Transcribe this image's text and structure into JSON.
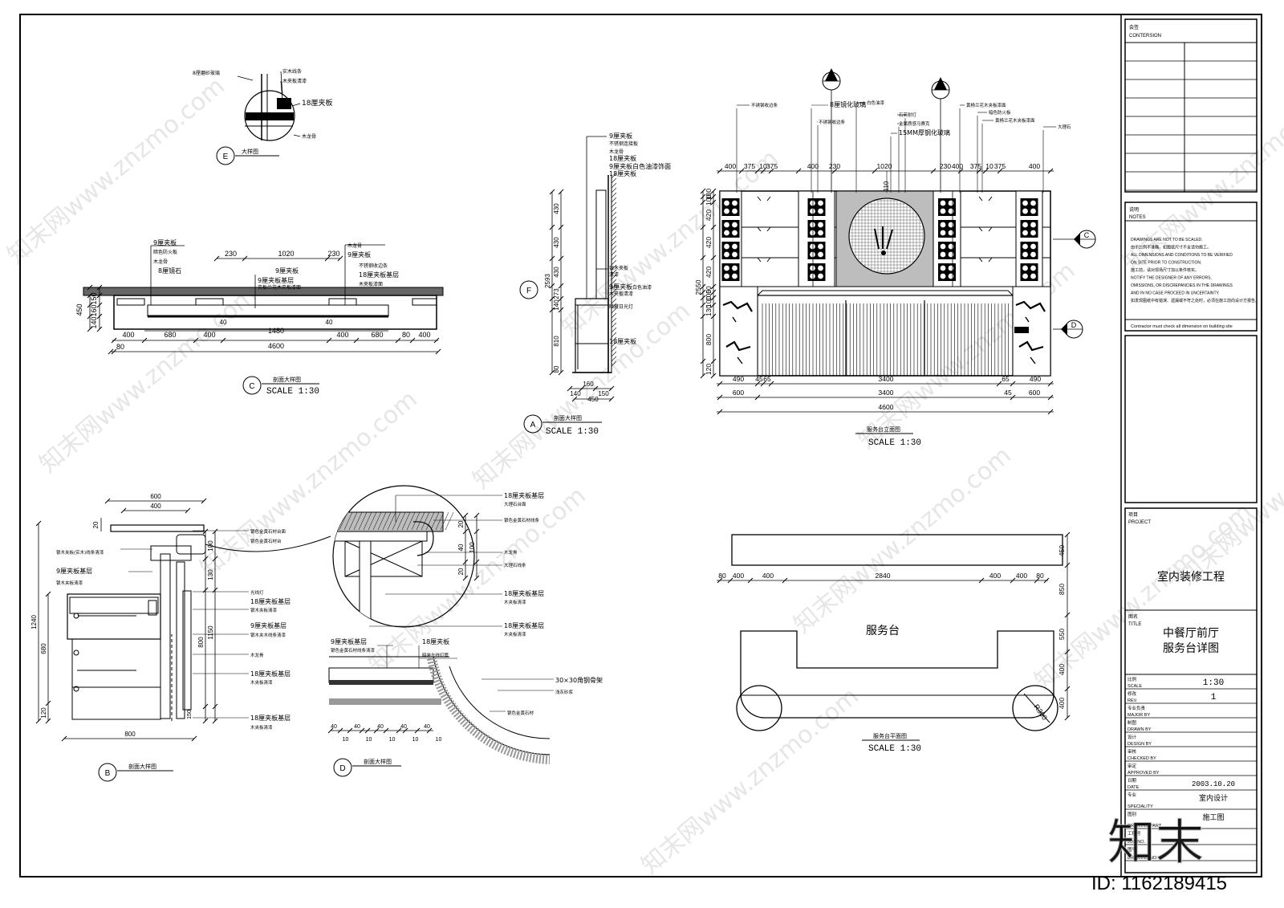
{
  "title_block": {
    "contersion": {
      "cn": "会签",
      "en": "CONTERSION"
    },
    "notes": {
      "cn": "说明",
      "en": "NOTES",
      "lines": [
        "DRAWINGS ARE NOT TO BE SCALED.",
        "由于比例不准确，如图纸尺寸不全请勿施工。",
        "ALL DIMENSIONS AND CONDITIONS TO BE VERIFIED",
        "ON SITE PRIOR TO CONSTRUCTION.",
        "施工前，请对现场尺寸加以条件核实。",
        "NOTIFY THE DESIGNER OF ANY ERRORS,",
        "OMISSIONS, OR DISCREPANCIES IN THE DRAWINGS",
        "AND IN NO CASE PROCEED IN UNCERTAINTY.",
        "如发现图纸中有错误、遗漏或不符之处时，必须在施工前向设计方报告。"
      ],
      "footer": "Contractor must check all dimension on building site"
    },
    "project": {
      "cn": "项目",
      "en": "PROJECT",
      "value": "室内装修工程"
    },
    "title": {
      "cn": "图名",
      "en": "TITLE",
      "value_line1": "中餐厅前厅",
      "value_line2": "服务台详图"
    },
    "rows": [
      {
        "cn": "比例",
        "en": "SCALE",
        "value": "1:30"
      },
      {
        "cn": "修改",
        "en": "REV.",
        "value": "1"
      },
      {
        "cn": "专业负责",
        "en": "MAJOR BY",
        "value": ""
      },
      {
        "cn": "制图",
        "en": "DRAWN BY",
        "value": ""
      },
      {
        "cn": "设计",
        "en": "DESIGN BY",
        "value": ""
      },
      {
        "cn": "审核",
        "en": "CHECKED BY",
        "value": ""
      },
      {
        "cn": "审定",
        "en": "APPROVED BY",
        "value": ""
      },
      {
        "cn": "日期",
        "en": "DATE",
        "value": "2003.10.20"
      },
      {
        "cn": "专业",
        "en": "SPECIALITY",
        "value": "室内设计"
      },
      {
        "cn": "图别",
        "en": "DRAWING PART",
        "value": "施工图"
      },
      {
        "cn": "工程号",
        "en": "JOB NO.",
        "value": ""
      },
      {
        "cn": "图号",
        "en": "DRAWING NO.",
        "value": ""
      }
    ]
  },
  "views": {
    "E": {
      "mark": "E",
      "caption": "大样图",
      "labels": [
        "8厘磨砂玻璃",
        "实木线条",
        "木夹板清漆",
        "18厘夹板",
        "木龙骨"
      ]
    },
    "C": {
      "mark": "C",
      "caption": "剖面大样图",
      "scale": "SCALE 1:30",
      "labels": [
        "9厘夹板",
        "暗色防火板",
        "木龙骨",
        "9厘夹板",
        "8厘镜石",
        "9厘夹板基层",
        "夹板兰花木夹板漆面",
        "木龙骨",
        "9厘夹板",
        "不锈钢收边条",
        "18厘夹板基层",
        "木夹板漆面"
      ],
      "dims_top": [
        "230",
        "1020",
        "230"
      ],
      "dims_side": [
        "450",
        "150",
        "160",
        "140"
      ],
      "dims_mid": [
        "400",
        "680",
        "400",
        "1480",
        "400",
        "680",
        "80",
        "400"
      ],
      "dims_bottom": [
        "80",
        "4600"
      ],
      "dims_inner": [
        "40",
        "40"
      ]
    },
    "A": {
      "mark": "A",
      "caption": "剖面大样图",
      "scale": "SCALE 1:30",
      "labels": [
        "9厘夹板",
        "不锈钢连接板",
        "木龙骨",
        "18厘夹板",
        "9厘夹板白色油漆饰面",
        "18厘夹板",
        "银木夹板",
        "清漆",
        "9厘夹板",
        "木夹板清漆",
        "白色油漆",
        "暗藏日光灯",
        "18厘夹板"
      ],
      "dims_left": [
        "430",
        "430",
        "430",
        "2593",
        "273",
        "140",
        "810",
        "80"
      ],
      "dims_bottom": [
        "140",
        "160",
        "150",
        "450"
      ],
      "mark_side": "F"
    },
    "elev": {
      "caption": "服务台立面图",
      "scale": "SCALE 1:30",
      "marks": [
        "A",
        "B",
        "C",
        "D"
      ],
      "labels": [
        "不锈钢收边条",
        "8厘镜化玻璃",
        "不锈钢收边条",
        "白色油漆",
        "石英射灯",
        "金属质感马赛克",
        "15MM厚钢化玻璃",
        "黄杨兰花木夹板漆面",
        "暗色防火板",
        "黄杨兰花木夹板漆面",
        "大理石"
      ],
      "dims_top": [
        "400",
        "375",
        "10",
        "375",
        "400",
        "230",
        "1020",
        "230",
        "400",
        "375",
        "10",
        "375",
        "400"
      ],
      "dim_110": "110",
      "dims_left": [
        "100",
        "100",
        "420",
        "420",
        "420",
        "2550",
        "50",
        "100",
        "100",
        "130",
        "800",
        "120"
      ],
      "dims_b1": [
        "490",
        "45",
        "65",
        "3400",
        "65",
        "490"
      ],
      "dims_b2": [
        "600",
        "3400",
        "45",
        "600"
      ],
      "dims_b3": [
        "4600"
      ]
    },
    "B": {
      "mark": "B",
      "caption": "剖面大样图",
      "dims_top": [
        "600",
        "400"
      ],
      "dims_left": [
        "1240",
        "680",
        "120",
        "20"
      ],
      "dims_right": [
        "100",
        "130",
        "800",
        "1150",
        "150"
      ],
      "dim_bottom": "800",
      "labels_left": [
        "银木夹板(实木)线条清漆",
        "9厘夹板基层",
        "银木夹板清漆"
      ],
      "labels_right": [
        "银色金黄石材台面",
        "银色金黄石材台",
        "光线灯",
        "18厘夹板基层",
        "银木夹板清漆",
        "9厘夹板基层",
        "银木夹木线条清漆",
        "木龙骨",
        "18厘夹板基层",
        "木夹板清漆",
        "18厘夹板基层",
        "木夹板清漆"
      ]
    },
    "D": {
      "mark": "D",
      "caption": "剖面大样图",
      "labels_top": [
        "18厘夹板基层",
        "大理石台面",
        "银色金黄石材线条",
        "木龙骨",
        "大理石线条",
        "18厘夹板基层",
        "木夹板清漆",
        "18厘夹板基层",
        "木夹板清漆"
      ],
      "dims_right": [
        "20",
        "40",
        "20",
        "100"
      ],
      "labels_bottom": [
        "9厘夹板基层",
        "银色金黄石材线条清漆",
        "18厘夹板",
        "暗装光线灯管",
        "30×30角钢骨架",
        "浅灰砂浆",
        "银色金黄石材"
      ],
      "dims_bottom": [
        "40",
        "10",
        "40",
        "10",
        "40",
        "10",
        "40",
        "10",
        "40",
        "10"
      ]
    },
    "plan": {
      "caption": "服务台平面图",
      "scale": "SCALE 1:30",
      "label": "服务台",
      "dims_top": [
        "80",
        "400",
        "400",
        "2840",
        "400",
        "400",
        "80"
      ],
      "dims_right": [
        "450",
        "850",
        "550",
        "400",
        "400"
      ],
      "radius": "R300"
    }
  },
  "watermark": {
    "text": "知末网www.znzmo.com",
    "logo": "知末",
    "id": "ID: 1162189415"
  }
}
